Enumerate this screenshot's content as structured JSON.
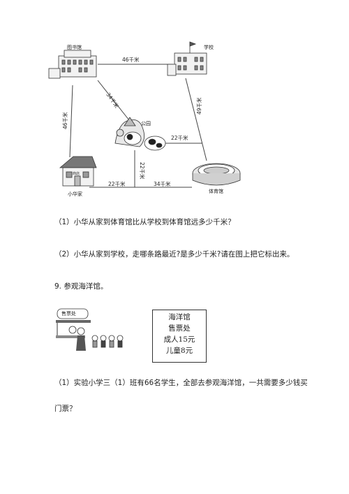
{
  "map": {
    "places": {
      "library": "图书馆",
      "school": "学校",
      "park": "公园",
      "home": "小华家",
      "stadium": "体育馆"
    },
    "home_sign": "商店",
    "distances": {
      "library_school": "46千米",
      "library_park": "34千米",
      "library_home": "46千米",
      "school_stadium": "49千米",
      "park_stadium": "22千米",
      "park_junction": "22千米",
      "home_junction": "22千米",
      "junction_stadium": "34千米"
    }
  },
  "q8": {
    "part1": "（1）小华从家到体育馆比从学校到体育馆远多少千米？",
    "part2": "（2）小华从家到学校，走哪条路最近?是多少千米?请在图上把它标出来。"
  },
  "q9": {
    "title": "9. 参观海洋馆。",
    "booth_sign": "售票处",
    "ticket": {
      "line1": "海洋馆",
      "line2": "售票处",
      "line3": "成人15元",
      "line4": "儿童8元"
    },
    "part1_a": "（1）实验小学三（1）班有66名学生，全部去参观海洋馆，一共需要多少钱买",
    "part1_b": "门票？"
  }
}
